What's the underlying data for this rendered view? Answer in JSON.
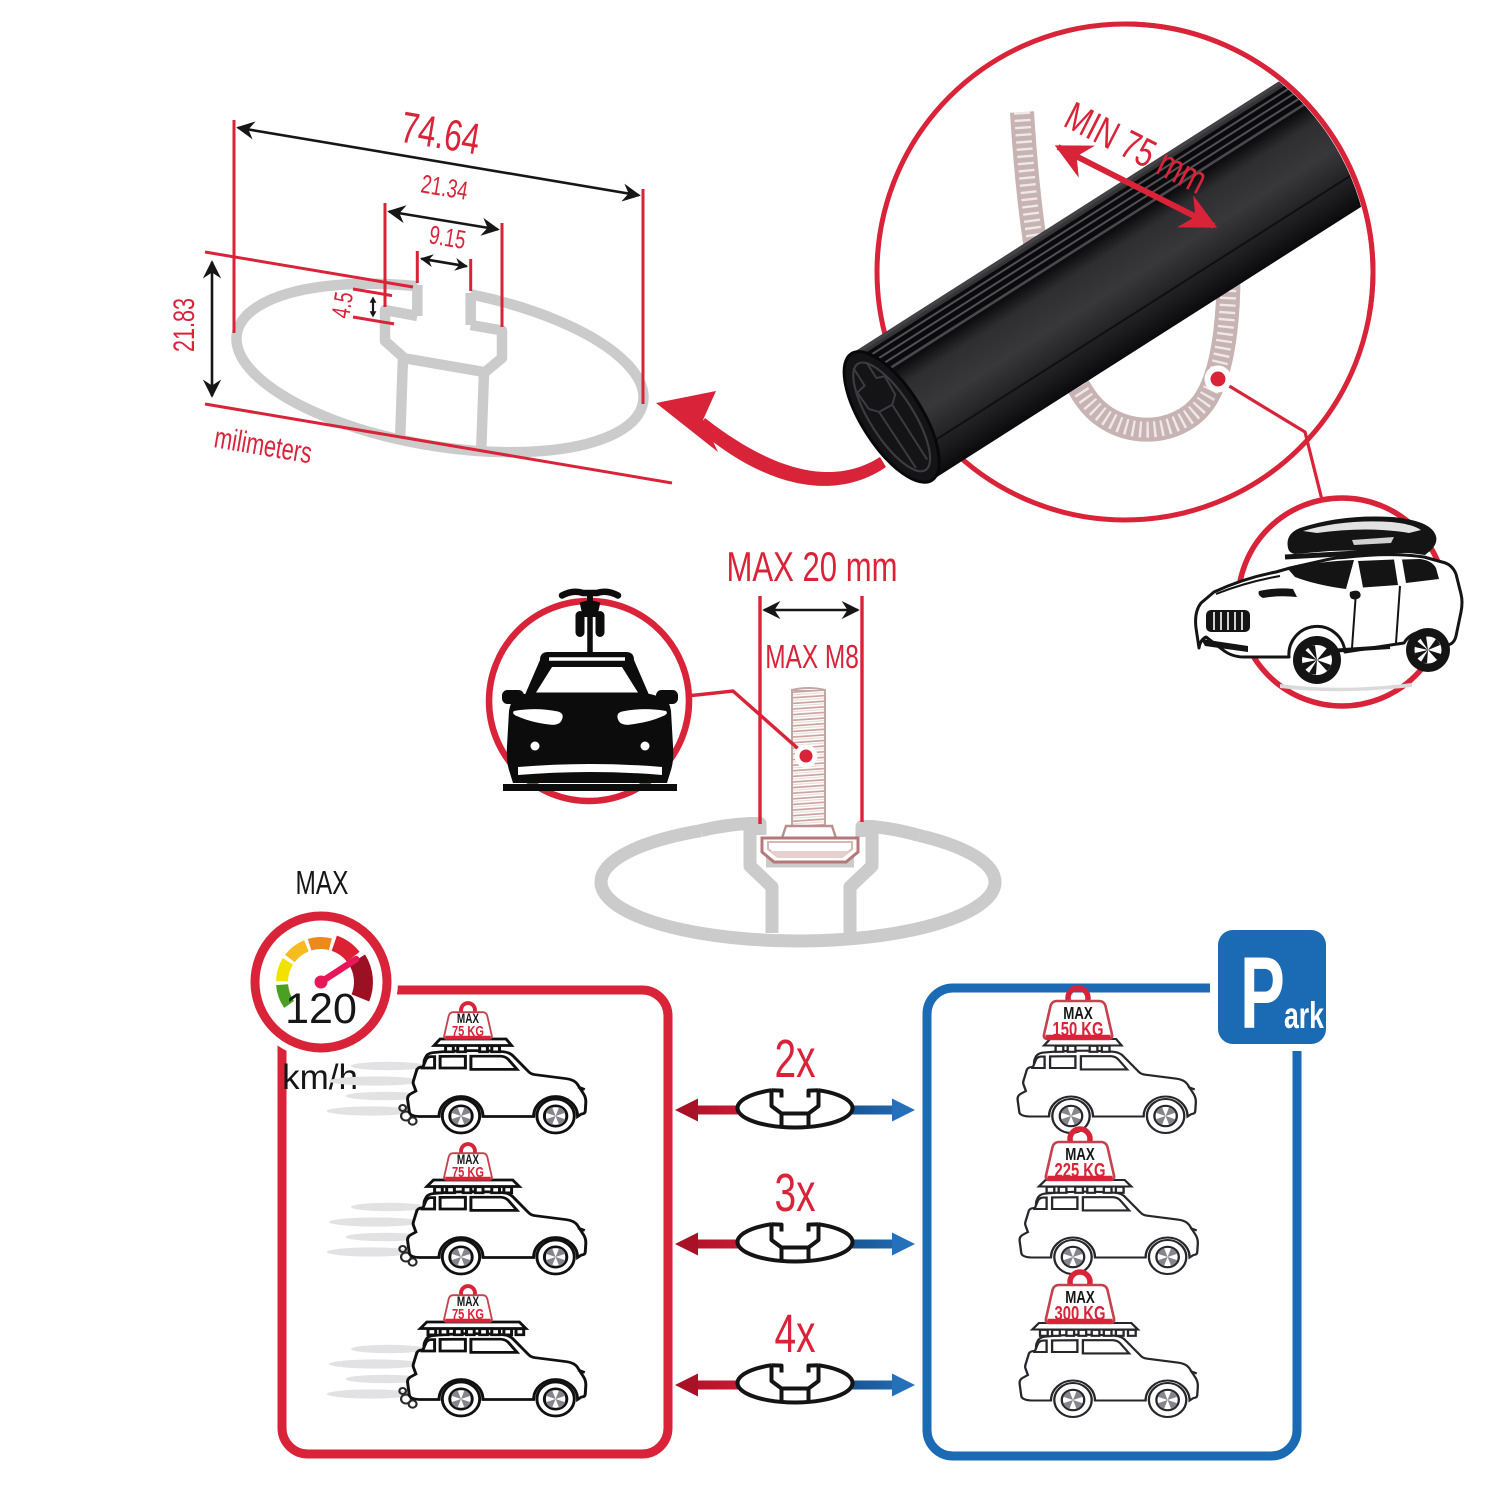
{
  "colors": {
    "red": "#d92339",
    "red-deep": "#a91226",
    "blue": "#1a6ab4",
    "blue-deep": "#174e88",
    "gray-profile": "#cbcbcb",
    "pink-bolt": "#c2a6a6",
    "ink": "#161616"
  },
  "cross_section": {
    "width_label": "74.64",
    "pocket_label": "21.34",
    "slot_label": "9.15",
    "lip_label": "4.5",
    "height_label": "21.83",
    "unit_label": "milimeters"
  },
  "bar_detail": {
    "min_span_label": "MIN 75 mm"
  },
  "bolt_detail": {
    "max_width_label": "MAX 20 mm",
    "max_thread_label": "MAX M8"
  },
  "speed_limit": {
    "title": "MAX",
    "value": "120",
    "unit": "km/h"
  },
  "multipliers": [
    {
      "label": "2x"
    },
    {
      "label": "3x"
    },
    {
      "label": "4x"
    }
  ],
  "driving_panel": {
    "cars": [
      {
        "max_label": "MAX",
        "load_label": "75 KG",
        "bars": 2
      },
      {
        "max_label": "MAX",
        "load_label": "75 KG",
        "bars": 3
      },
      {
        "max_label": "MAX",
        "load_label": "75 KG",
        "bars": 4
      }
    ]
  },
  "parked_panel": {
    "sign_initial": "P",
    "sign_rest": "ark",
    "cars": [
      {
        "max_label": "MAX",
        "load_label": "150 KG",
        "bars": 2
      },
      {
        "max_label": "MAX",
        "load_label": "225 KG",
        "bars": 3
      },
      {
        "max_label": "MAX",
        "load_label": "300 KG",
        "bars": 4
      }
    ]
  }
}
